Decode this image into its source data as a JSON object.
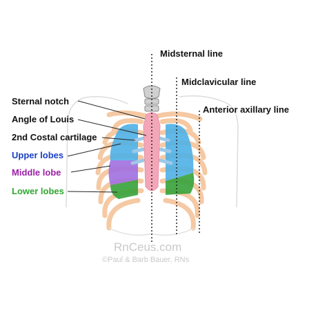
{
  "labels": {
    "midsternal_line": "Midsternal line",
    "midclavicular_line": "Midclavicular line",
    "anterior_axillary_line": "Anterior axillary line",
    "sternal_notch": "Sternal notch",
    "angle_of_louis": "Angle of Louis",
    "second_costal_cartilage": "2nd Costal cartilage",
    "upper_lobes": "Upper lobes",
    "middle_lobe": "Middle lobe",
    "lower_lobes": "Lower lobes"
  },
  "watermark": {
    "site": "RnCeus.com",
    "credit": "©Paul & Barb Bauer, RNs"
  },
  "colors": {
    "upper_lobes": "#1a3fc4",
    "middle_lobe": "#9b1fa6",
    "lower_lobes": "#2fa82f",
    "upper_lobe_fill": "#4fb0e6",
    "middle_lobe_fill": "#a16fe0",
    "lower_lobe_fill": "#36a23a",
    "rib": "#f5c9a3",
    "sternum": "#f2a6b8",
    "cartilage": "#9ec9e8",
    "skin_outline": "#d9d9d9"
  }
}
